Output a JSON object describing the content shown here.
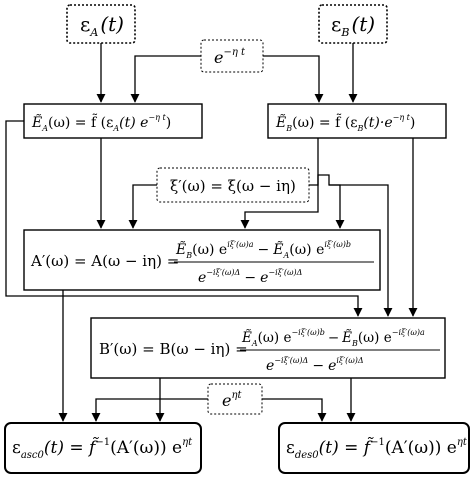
{
  "nodes": {
    "eps_a": {
      "base": "ε",
      "sub": "A",
      "rest": "(t)"
    },
    "eps_b": {
      "base": "ε",
      "sub": "B",
      "rest": "(t)"
    },
    "exp_neg": {
      "base": "e",
      "sup": "−η t"
    },
    "ea_tilde": {
      "text": "Ẽ",
      "sub": "A",
      "rest": "(ω) = f̃ (ε",
      "sub2": "A",
      "rest2": "(t) e",
      "sup": "−η t",
      "tail": ")"
    },
    "eb_tilde": {
      "text": "Ẽ",
      "sub": "B",
      "rest": "(ω) = f̃ (ε",
      "sub2": "B",
      "rest2": "(t)·e",
      "sup": "−η t",
      "tail": ")"
    },
    "xi_def": {
      "text": "ξ′(ω) = ξ(ω − iη)"
    },
    "a_prime": {
      "lhs": "A′(ω) = A(ω − iη) =",
      "num_left": "Ẽ",
      "num_left_sub": "B",
      "num_left_rest": "(ω) e",
      "num_left_sup": "iξ′(ω)a",
      "num_op": "−",
      "num_right": "Ẽ",
      "num_right_sub": "A",
      "num_right_rest": "(ω) e",
      "num_right_sup": "iξ′(ω)b",
      "den_left": "e",
      "den_left_sup": "−iξ′(ω)Δ",
      "den_op": "−",
      "den_right": "e",
      "den_right_sup": "−iξ′(ω)Δ"
    },
    "b_prime": {
      "lhs": "B′(ω) = B(ω − iη) =",
      "num_left": "Ẽ",
      "num_left_sub": "A",
      "num_left_rest": "(ω) e",
      "num_left_sup": "−iξ′(ω)b",
      "num_op": "−",
      "num_right": "Ẽ",
      "num_right_sub": "B",
      "num_right_rest": "(ω) e",
      "num_right_sup": "−iξ′(ω)a",
      "den_left": "e",
      "den_left_sup": "−iξ′(ω)Δ",
      "den_op": "−",
      "den_right": "e",
      "den_right_sup": "iξ′(ω)Δ"
    },
    "exp_pos": {
      "base": "e",
      "sup": "ηt"
    },
    "eps_asc": {
      "base": "ε",
      "sub": "asc0",
      "rest": "(t) = f̃",
      "sup": "−1",
      "rest2": "(A′(ω)) e",
      "sup2": "ηt"
    },
    "eps_des": {
      "base": "ε",
      "sub": "des0",
      "rest": "(t) = f̃",
      "sup": "−1",
      "rest2": "(A′(ω)) e",
      "sup2": "ηt"
    }
  }
}
